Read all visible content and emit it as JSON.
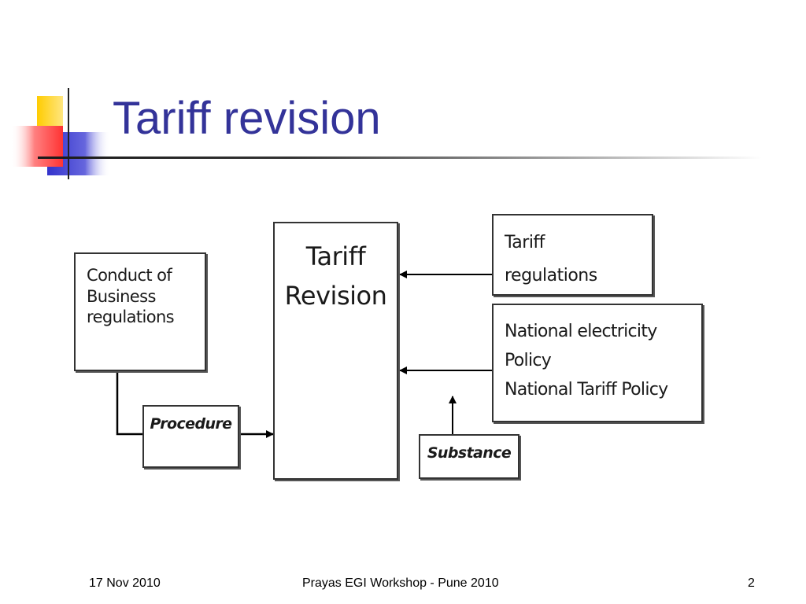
{
  "slide": {
    "title": "Tariff revision",
    "footer": {
      "date": "17 Nov 2010",
      "center": "Prayas EGI Workshop - Pune 2010",
      "page": "2"
    }
  },
  "diagram": {
    "boxes": {
      "conduct": {
        "lines": [
          "Conduct of",
          "Business",
          "regulations"
        ]
      },
      "tariff_revision": {
        "lines": [
          "Tariff",
          "Revision"
        ]
      },
      "tariff_regulations": {
        "lines": [
          "Tariff",
          "regulations"
        ]
      },
      "policy": {
        "lines": [
          "National electricity",
          "Policy",
          "National Tariff Policy"
        ]
      },
      "procedure": {
        "label": "Procedure"
      },
      "substance": {
        "label": "Substance"
      }
    }
  },
  "colors": {
    "title": "#333399",
    "deco_yellow": "#ffcc00",
    "deco_blue": "#3333cc",
    "deco_red": "#ff3333"
  }
}
